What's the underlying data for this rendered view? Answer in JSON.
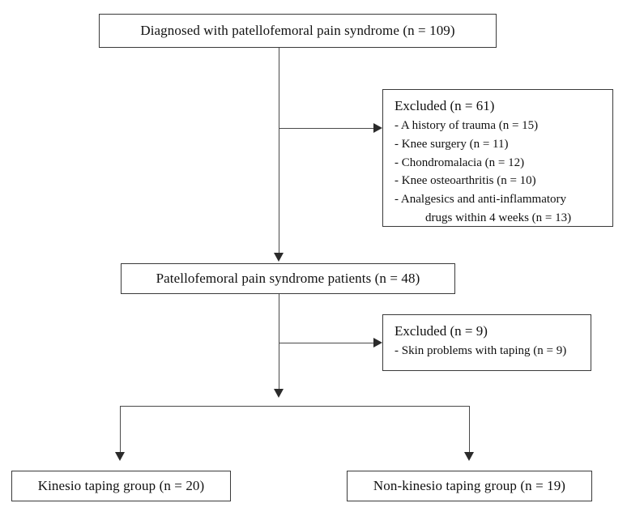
{
  "diagram": {
    "title": "Patellofemoral pain syndrome participant flow diagram",
    "line_color": "#4a4a4a",
    "box_border_color": "#3a3a3a",
    "text_color": "#111111",
    "background": "#ffffff"
  },
  "nodes": {
    "enrolled": {
      "text": "Diagnosed with patellofemoral pain syndrome (n = 109)"
    },
    "excluded_first": {
      "heading": "Excluded (n = 61)",
      "reasons": [
        {
          "text": "- A history of trauma (n = 15)"
        },
        {
          "text": "- Knee surgery (n = 11)"
        },
        {
          "text": "- Chondromalacia (n = 12)"
        },
        {
          "text": "- Knee osteoarthritis (n = 10)"
        },
        {
          "text": "- Analgesics and anti-inflammatory",
          "cont": "drugs within 4 weeks (n = 13)"
        }
      ]
    },
    "eligible": {
      "text": "Patellofemoral pain syndrome patients (n = 48)"
    },
    "excluded_second": {
      "heading": "Excluded (n = 9)",
      "reasons": [
        {
          "text": "- Skin problems with taping (n = 9)"
        }
      ]
    },
    "group_left": {
      "text": "Kinesio taping group (n = 20)"
    },
    "group_right": {
      "text": "Non-kinesio taping group (n = 19)"
    }
  },
  "chart_data": {
    "type": "diagram",
    "title": "Patellofemoral pain syndrome participant flow diagram",
    "stages": [
      {
        "id": "enrolled",
        "label": "Diagnosed with patellofemoral pain syndrome",
        "n": 109
      },
      {
        "id": "excluded_first",
        "label": "Excluded",
        "n": 61,
        "breakdown": [
          {
            "reason": "A history of trauma",
            "n": 15
          },
          {
            "reason": "Knee surgery",
            "n": 11
          },
          {
            "reason": "Chondromalacia",
            "n": 12
          },
          {
            "reason": "Knee osteoarthritis",
            "n": 10
          },
          {
            "reason": "Analgesics and anti-inflammatory drugs within 4 weeks",
            "n": 13
          }
        ]
      },
      {
        "id": "eligible",
        "label": "Patellofemoral pain syndrome patients",
        "n": 48
      },
      {
        "id": "excluded_second",
        "label": "Excluded",
        "n": 9,
        "breakdown": [
          {
            "reason": "Skin problems with taping",
            "n": 9
          }
        ]
      },
      {
        "id": "group_left",
        "label": "Kinesio taping group",
        "n": 20
      },
      {
        "id": "group_right",
        "label": "Non-kinesio taping group",
        "n": 19
      }
    ],
    "edges": [
      {
        "from": "enrolled",
        "to": "excluded_first",
        "type": "exclusion"
      },
      {
        "from": "enrolled",
        "to": "eligible",
        "type": "flow"
      },
      {
        "from": "eligible",
        "to": "excluded_second",
        "type": "exclusion"
      },
      {
        "from": "eligible",
        "to": "group_left",
        "type": "allocation"
      },
      {
        "from": "eligible",
        "to": "group_right",
        "type": "allocation"
      }
    ]
  }
}
